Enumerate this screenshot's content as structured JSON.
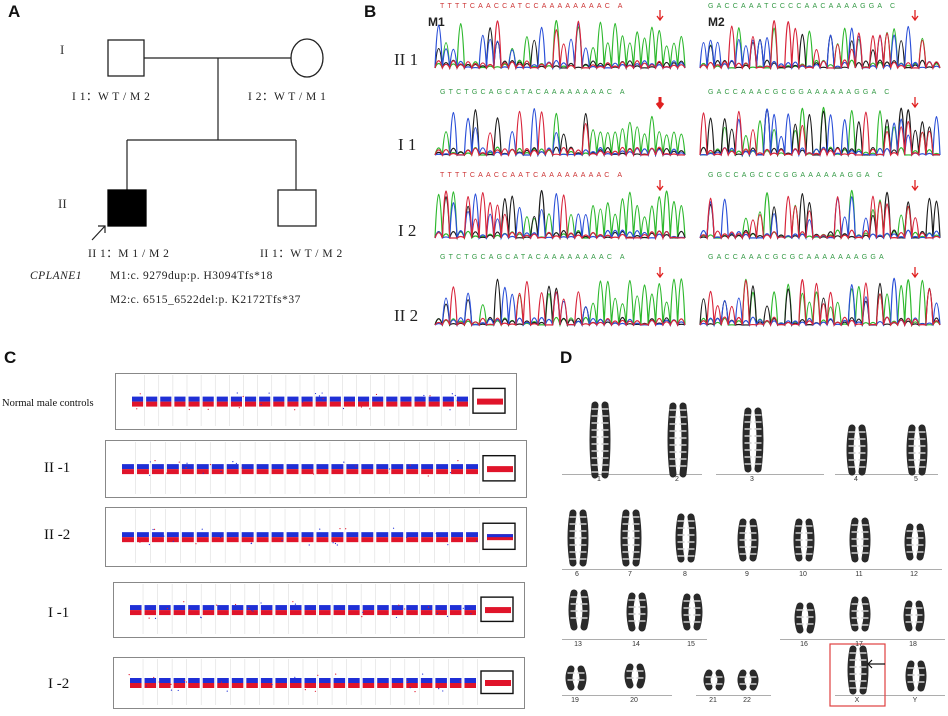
{
  "panels": {
    "a": "A",
    "b": "B",
    "c": "C",
    "d": "D"
  },
  "pedigree": {
    "gen_I": "I",
    "gen_II": "II",
    "i1_label": "I 1：W T / M 2",
    "i2_label": "I 2：W T / M 1",
    "ii1_label": "II 1：M 1 / M 2",
    "ii2_label": "II 1：W T / M 2",
    "gene": "CPLANE1",
    "m1": "M1:c. 9279dup:p. H3094Tfs*18",
    "m2": "M2:c. 6515_6522del:p. K2172Tfs*37"
  },
  "sequencing": {
    "m1_label": "M1",
    "m2_label": "M2",
    "rows": [
      {
        "label": "II 1",
        "seq_left": "TTTTCAACCATCCAAAAAAAAC A",
        "seq_right": "GACCAAATCCCCAACAAAAGGA C"
      },
      {
        "label": "I 1",
        "seq_left": "GTCTGCAGCATACAAAAAAAAC A",
        "seq_right": "GACCAAACGCGGAAAAAAGGA C"
      },
      {
        "label": "I 2",
        "seq_left": "TTTTCAACCAATCAAAAAAAAC A",
        "seq_right": "GGCCAGCCCGGAAAAAAGGA C"
      },
      {
        "label": "II 2",
        "seq_left": "GTCTGCAGCATACAAAAAAAAC A",
        "seq_right": "GACCAAACGCGCAAAAAAAGGA"
      }
    ]
  },
  "cnv": {
    "rows": [
      {
        "label": "Normal male controls"
      },
      {
        "label": "II -1"
      },
      {
        "label": "II -2"
      },
      {
        "label": "I -1"
      },
      {
        "label": "I -2"
      }
    ]
  },
  "karyotype": {
    "labels": [
      "1",
      "2",
      "3",
      "4",
      "5",
      "6",
      "7",
      "8",
      "9",
      "10",
      "11",
      "12",
      "13",
      "14",
      "15",
      "16",
      "17",
      "18",
      "19",
      "20",
      "21",
      "22",
      "X",
      "Y"
    ]
  },
  "colors": {
    "sample_blue": "#1f2fd6",
    "sample_red": "#e0142a",
    "highlight": "#e04040"
  }
}
